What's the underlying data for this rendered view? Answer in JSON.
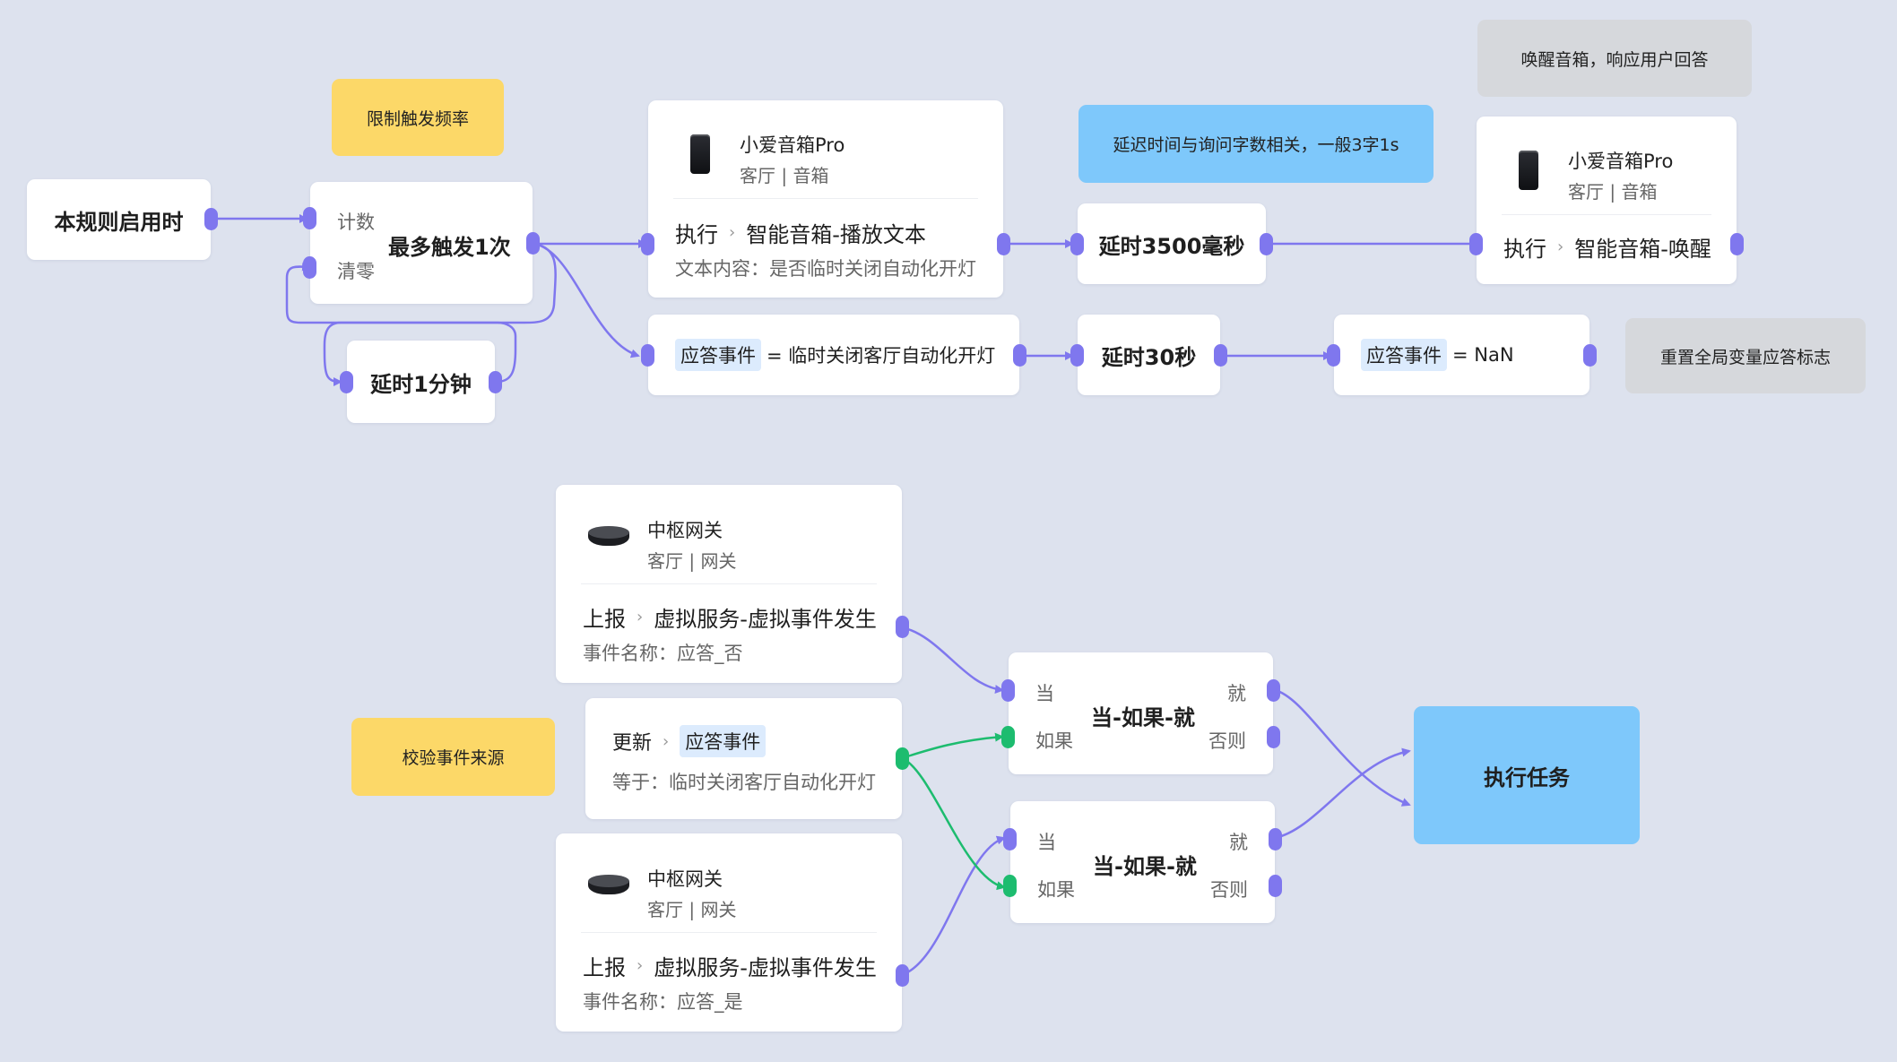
{
  "notes": {
    "limit_freq": "限制触发频率",
    "delay_note": "延迟时间与询问字数相关，一般3字1s",
    "wake_note": "唤醒音箱，响应用户回答",
    "reset_note": "重置全局变量应答标志",
    "verify_source": "校验事件来源"
  },
  "trigger": {
    "label": "本规则启用时"
  },
  "counter": {
    "count_label": "计数",
    "clear_label": "清零",
    "title": "最多触发1次"
  },
  "delay_1min": {
    "label": "延时1分钟"
  },
  "speaker_play": {
    "device_name": "小爱音箱Pro",
    "device_loc": "客厅 | 音箱",
    "action_verb": "执行",
    "action": "智能音箱-播放文本",
    "detail": "文本内容：是否临时关闭自动化开灯"
  },
  "set_answer": {
    "tag": "应答事件",
    "expr": "= 临时关闭客厅自动化开灯"
  },
  "delay_3500": {
    "label": "延时3500毫秒"
  },
  "delay_30s": {
    "label": "延时30秒"
  },
  "speaker_wake": {
    "device_name": "小爱音箱Pro",
    "device_loc": "客厅 | 音箱",
    "action_verb": "执行",
    "action": "智能音箱-唤醒"
  },
  "reset_answer": {
    "tag": "应答事件",
    "expr": "= NaN"
  },
  "gateway_no": {
    "device_name": "中枢网关",
    "device_loc": "客厅 | 网关",
    "action_verb": "上报",
    "action": "虚拟服务-虚拟事件发生",
    "detail": "事件名称：应答_否"
  },
  "update_answer": {
    "verb": "更新",
    "tag": "应答事件",
    "detail": "等于：临时关闭客厅自动化开灯"
  },
  "gateway_yes": {
    "device_name": "中枢网关",
    "device_loc": "客厅 | 网关",
    "action_verb": "上报",
    "action": "虚拟服务-虚拟事件发生",
    "detail": "事件名称：应答_是"
  },
  "cond1": {
    "when": "当",
    "if": "如果",
    "title": "当-如果-就",
    "then": "就",
    "else": "否则"
  },
  "cond2": {
    "when": "当",
    "if": "如果",
    "title": "当-如果-就",
    "then": "就",
    "else": "否则"
  },
  "execute_task": {
    "label": "执行任务"
  },
  "colors": {
    "purple_wire": "#7f77ee",
    "green_wire": "#1dbc6f",
    "background": "#dde2ee"
  }
}
